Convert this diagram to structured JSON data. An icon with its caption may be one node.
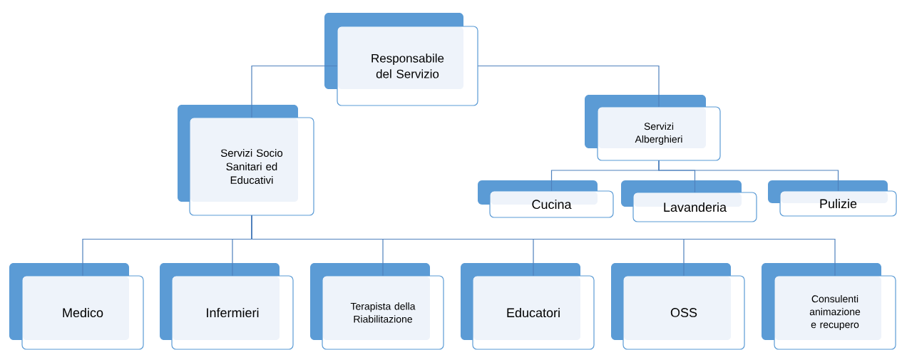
{
  "diagram": {
    "nodes": [
      {
        "text": [
          "Responsabile del Servizio"
        ]
      },
      {
        "text": [
          "Servizi Socio Sanitari ed Educativi"
        ]
      },
      {
        "text": [
          "Servizi Alberghieri"
        ]
      },
      {
        "text": [
          "Cucina"
        ]
      },
      {
        "text": [
          "Lavanderia"
        ]
      },
      {
        "text": [
          "Pulizie"
        ]
      },
      {
        "text": [
          "Medico"
        ]
      },
      {
        "text": [
          "Infermieri"
        ]
      },
      {
        "text": [
          "Terapista della Riabilitazione"
        ]
      },
      {
        "text": [
          "Educatori"
        ]
      },
      {
        "text": [
          "OSS"
        ]
      },
      {
        "text": [
          "Consulenti animazione e recupero"
        ]
      }
    ],
    "edges": [
      {
        "from": 0,
        "to": 1,
        "arrow": "none"
      },
      {
        "from": 0,
        "to": 2,
        "arrow": "none"
      },
      {
        "from": 2,
        "to": 3,
        "arrow": "none"
      },
      {
        "from": 2,
        "to": 4,
        "arrow": "none"
      },
      {
        "from": 2,
        "to": 5,
        "arrow": "none"
      },
      {
        "from": 1,
        "to": 6,
        "arrow": "none"
      },
      {
        "from": 1,
        "to": 7,
        "arrow": "none"
      },
      {
        "from": 1,
        "to": 8,
        "arrow": "none"
      },
      {
        "from": 1,
        "to": 9,
        "arrow": "none"
      },
      {
        "from": 1,
        "to": 10,
        "arrow": "none"
      },
      {
        "from": 1,
        "to": 11,
        "arrow": "none"
      }
    ]
  }
}
